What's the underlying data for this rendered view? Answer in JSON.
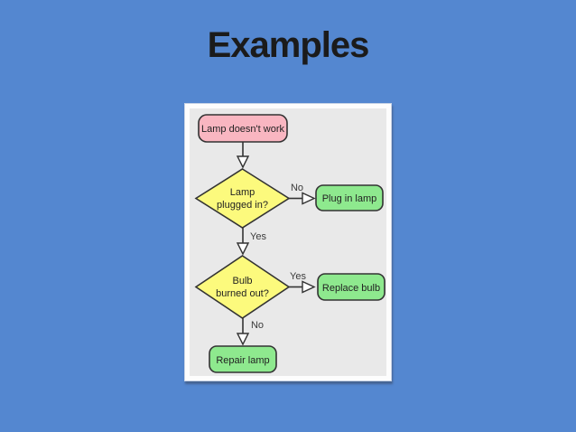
{
  "slide": {
    "title": "Examples",
    "background_color": "#5487d0",
    "title_color": "#1b1b1b"
  },
  "flowchart": {
    "background_color": "#e9e9e9",
    "frame_color": "#fdfdfd",
    "node_border_color": "#333333",
    "nodes": {
      "start": {
        "label": "Lamp doesn't work",
        "type": "terminator",
        "fill": "#f9b6c1"
      },
      "decision_plugged": {
        "label_line1": "Lamp",
        "label_line2": "plugged in?",
        "type": "decision",
        "fill": "#fcfa7d"
      },
      "plug_in_lamp": {
        "label": "Plug in lamp",
        "type": "process",
        "fill": "#8ee98e"
      },
      "decision_bulb": {
        "label_line1": "Bulb",
        "label_line2": "burned out?",
        "type": "decision",
        "fill": "#fcfa7d"
      },
      "replace_bulb": {
        "label": "Replace bulb",
        "type": "process",
        "fill": "#8ee98e"
      },
      "repair_lamp": {
        "label": "Repair lamp",
        "type": "process",
        "fill": "#8ee98e"
      }
    },
    "edge_labels": {
      "plugged_no": "No",
      "plugged_yes": "Yes",
      "bulb_yes": "Yes",
      "bulb_no": "No"
    }
  }
}
